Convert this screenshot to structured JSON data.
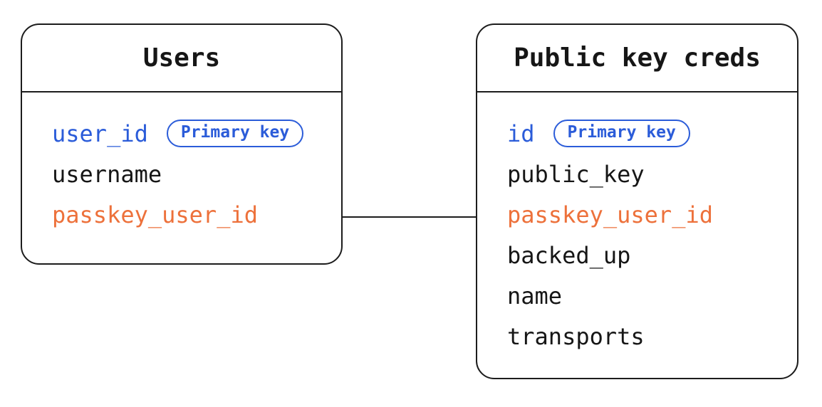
{
  "colors": {
    "ink": "#161616",
    "blue": "#2b5cd9",
    "orange": "#ed713b",
    "line": "#1c1c1c",
    "background": "#ffffff"
  },
  "diagram": {
    "tables": [
      {
        "title": "Users",
        "fields": [
          {
            "name": "user_id",
            "color": "blue",
            "badge": "Primary key"
          },
          {
            "name": "username",
            "color": "ink"
          },
          {
            "name": "passkey_user_id",
            "color": "orange"
          }
        ]
      },
      {
        "title": "Public key creds",
        "fields": [
          {
            "name": "id",
            "color": "blue",
            "badge": "Primary key"
          },
          {
            "name": "public_key",
            "color": "ink"
          },
          {
            "name": "passkey_user_id",
            "color": "orange"
          },
          {
            "name": "backed_up",
            "color": "ink"
          },
          {
            "name": "name",
            "color": "ink"
          },
          {
            "name": "transports",
            "color": "ink"
          }
        ]
      }
    ],
    "relationship": {
      "from_table": "Users",
      "from_field": "passkey_user_id",
      "to_table": "Public key creds",
      "to_field": "passkey_user_id"
    }
  }
}
